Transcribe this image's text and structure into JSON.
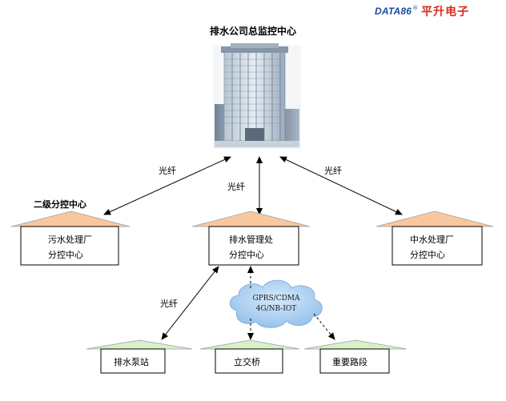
{
  "brand": {
    "latin": "DATA86",
    "registered": "®",
    "chinese": "平升电子"
  },
  "headquarters": {
    "title": "排水公司总监控中心"
  },
  "link_labels": {
    "top_left": "光纤",
    "top_center": "光纤",
    "top_right": "光纤",
    "bottom_left": "光纤"
  },
  "section_label": "二级分控中心",
  "centers": [
    {
      "line1": "污水处理厂",
      "line2": "分控中心"
    },
    {
      "line1": "排水管理处",
      "line2": "分控中心"
    },
    {
      "line1": "中水处理厂",
      "line2": "分控中心"
    }
  ],
  "cloud": {
    "line1": "GPRS/CDMA",
    "line2": "4G/NB-IOT"
  },
  "stations": [
    {
      "label": "排水泵站"
    },
    {
      "label": "立交桥"
    },
    {
      "label": "重要路段"
    }
  ],
  "colors": {
    "roof_orange": "#f9c79e",
    "roof_green": "#d8f0c8",
    "cloud_blue": "#9ec8ee",
    "brand_blue": "#1a4aa0",
    "brand_red": "#d62b1e"
  }
}
